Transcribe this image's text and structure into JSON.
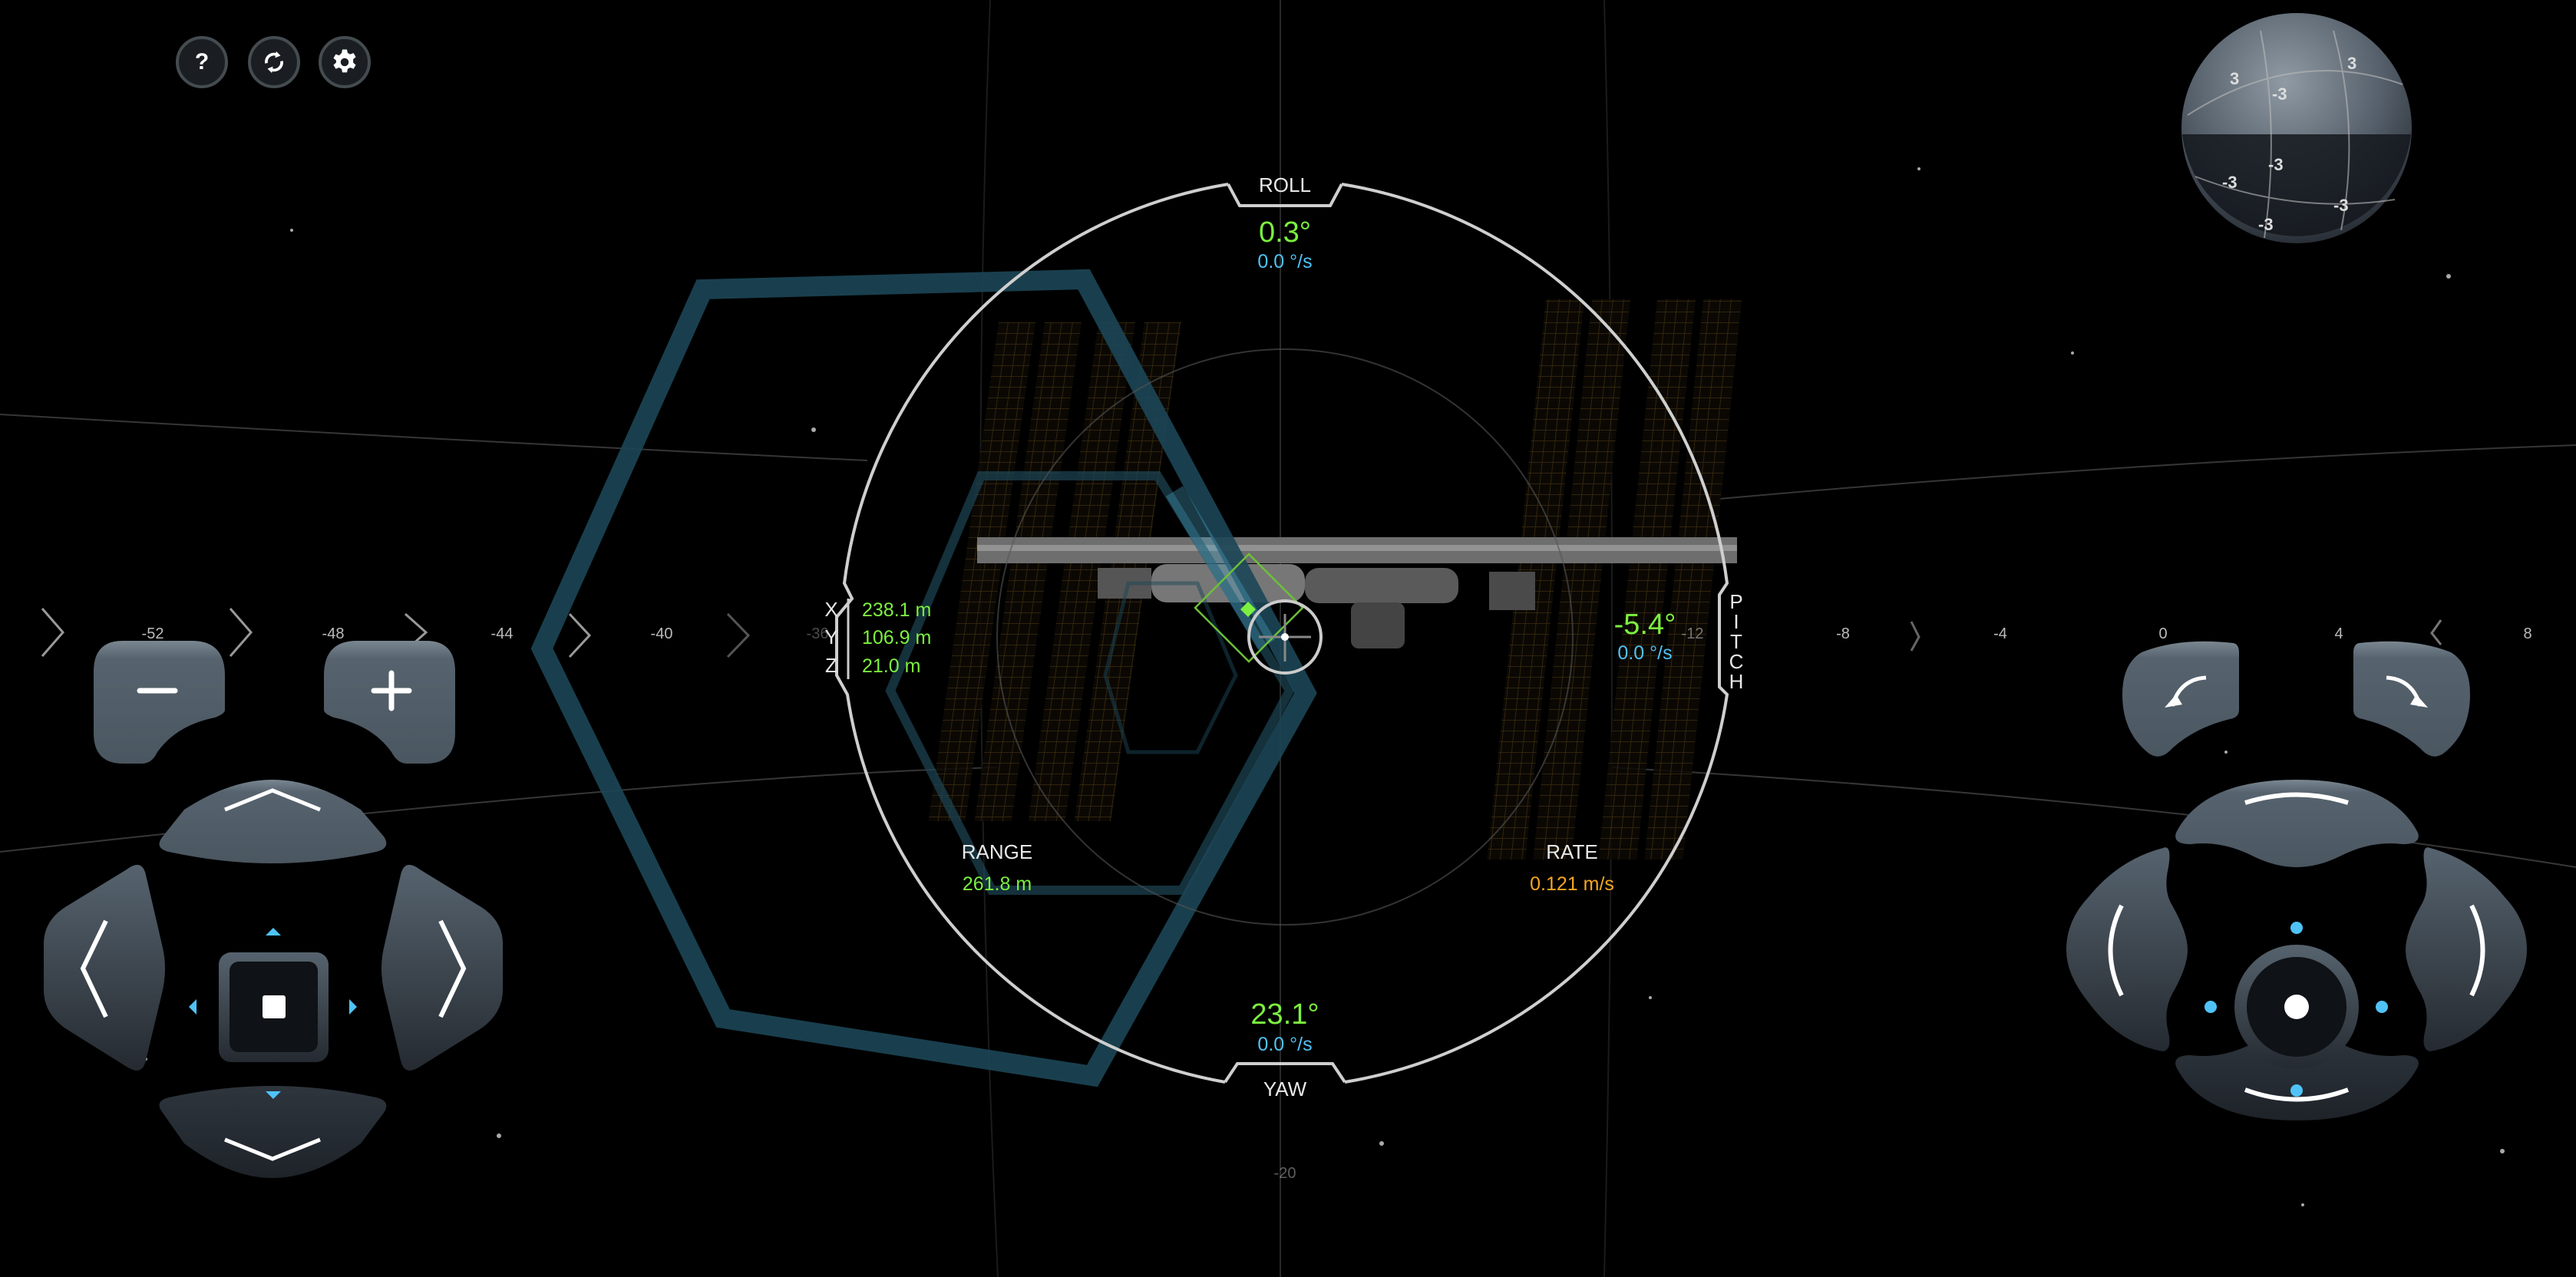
{
  "toolbar": {
    "help_icon": "question-icon",
    "reset_icon": "refresh-icon",
    "settings_icon": "gear-icon",
    "help_label": "?"
  },
  "hud": {
    "roll": {
      "label": "ROLL",
      "angle": "0.3°",
      "rate": "0.0 °/s"
    },
    "pitch": {
      "label_letters": [
        "P",
        "I",
        "T",
        "C",
        "H"
      ],
      "angle": "-5.4°",
      "rate": "0.0 °/s"
    },
    "yaw": {
      "label": "YAW",
      "angle": "23.1°",
      "rate": "0.0 °/s"
    },
    "position": {
      "x_label": "X",
      "x_value": "238.1 m",
      "y_label": "Y",
      "y_value": "106.9 m",
      "z_label": "Z",
      "z_value": "21.0 m"
    },
    "range": {
      "label": "RANGE",
      "value": "261.8 m"
    },
    "rate": {
      "label": "RATE",
      "value": "0.121 m/s"
    }
  },
  "scale": {
    "horizontal_ticks": [
      "-52",
      "-48",
      "-44",
      "-40",
      "-36",
      "-12",
      "-8",
      "-4",
      "0",
      "4",
      "8"
    ],
    "vertical_tick": "-20"
  },
  "attitude_ball": {
    "labels": [
      "3",
      "-3",
      "3",
      "-3",
      "-3",
      "-3",
      "-3"
    ]
  },
  "colors": {
    "value_green": "#7cf040",
    "rate_blue": "#4fc3f7",
    "rate_orange": "#f5a623",
    "button_gray": "#56636e",
    "hexagon": "#1c4656"
  }
}
